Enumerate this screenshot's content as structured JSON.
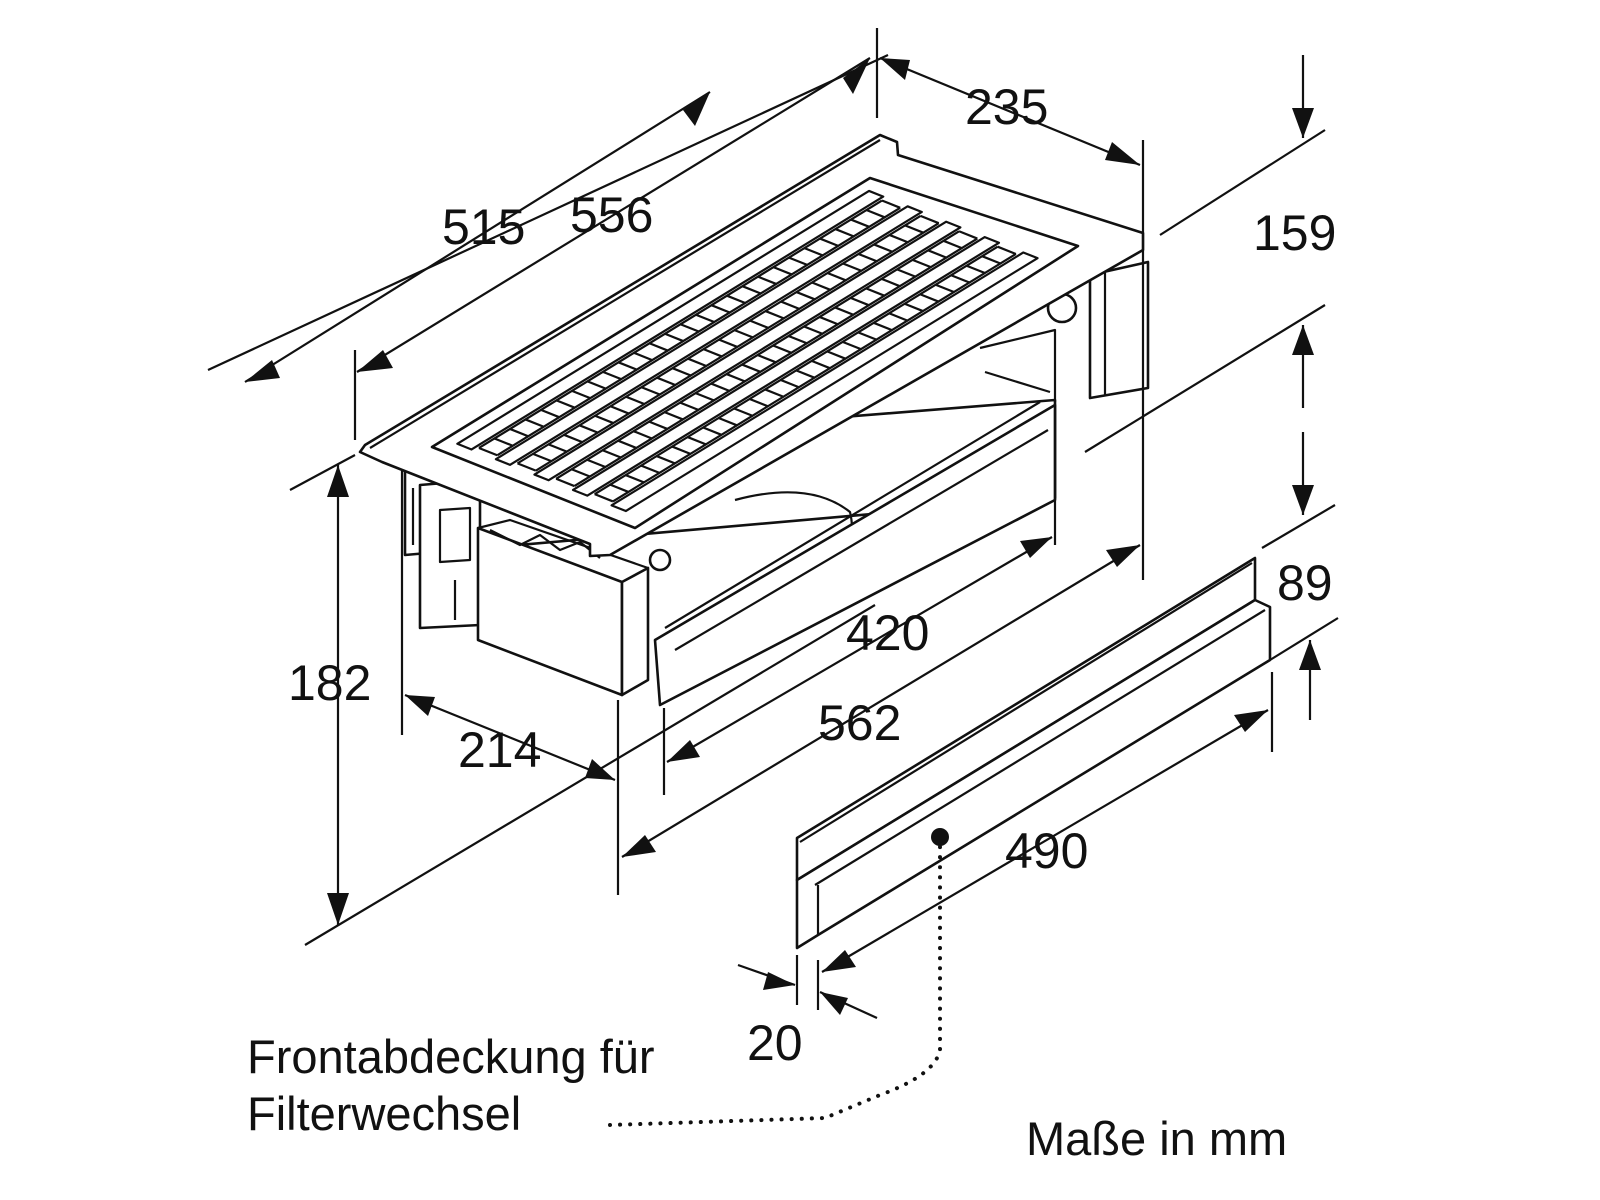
{
  "dimensions": {
    "d235": "235",
    "d159": "159",
    "d515": "515",
    "d556": "556",
    "d420": "420",
    "d562": "562",
    "d182": "182",
    "d214": "214",
    "d89": "89",
    "d490": "490",
    "d20": "20"
  },
  "caption": {
    "line1": "Frontabdeckung für",
    "line2": "Filterwechsel"
  },
  "units_note": "Maße in mm"
}
